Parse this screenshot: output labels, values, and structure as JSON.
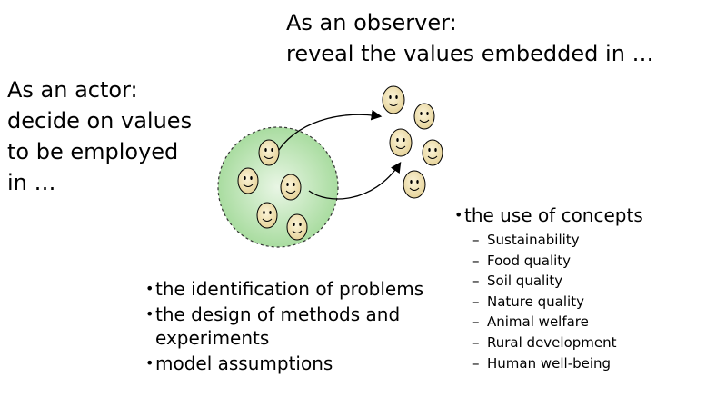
{
  "observer": {
    "line1": "As an observer:",
    "line2": "reveal the values embedded in …"
  },
  "actor": {
    "line1": "As an actor:",
    "line2": "decide on values",
    "line3": "to be employed",
    "line4": "in …"
  },
  "left_list": {
    "items": [
      {
        "line1": "the identification of problems"
      },
      {
        "line1": "the design of methods and",
        "line2": "experiments"
      },
      {
        "line1": "model assumptions"
      }
    ]
  },
  "concepts": {
    "heading": "the use of concepts",
    "items": [
      "Sustainability",
      "Food quality",
      "Soil quality",
      "Nature quality",
      "Animal welfare",
      "Rural development",
      "Human well-being"
    ]
  },
  "colors": {
    "circle_fill": "#b8e3b0",
    "face_fill": "#efe0ae",
    "stroke": "#000000"
  }
}
